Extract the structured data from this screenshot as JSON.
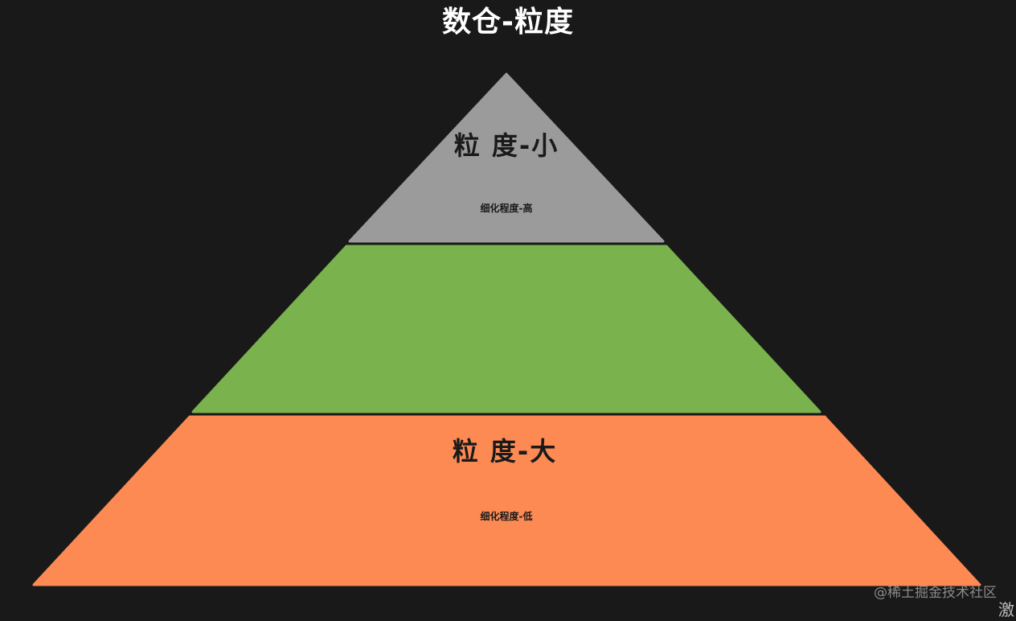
{
  "title": "数仓-粒度",
  "layers": [
    {
      "key": "top",
      "title": "粒 度-小",
      "subtitle": "细化程度-高",
      "color": "#9b9b9b"
    },
    {
      "key": "middle",
      "title": "",
      "subtitle": "",
      "color": "#7ab24d"
    },
    {
      "key": "bottom",
      "title": "粒 度-大",
      "subtitle": "细化程度-低",
      "color": "#fd8a53"
    }
  ],
  "background_color": "#191919",
  "watermark": "@稀土掘金技术社区",
  "corner_text": "激"
}
